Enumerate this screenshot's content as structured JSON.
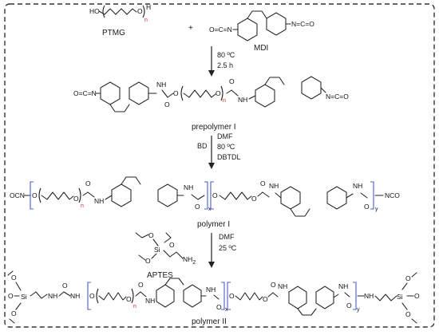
{
  "diagram": {
    "reactants": {
      "ptmg_label": "PTMG",
      "plus": "+",
      "mdi_label": "MDI"
    },
    "step1": {
      "temperature": "80 ºC",
      "time": "2.5 h"
    },
    "intermediate1_label": "prepolymer I",
    "step2": {
      "extender": "BD",
      "solvent": "DMF",
      "temperature": "80 ºC",
      "catalyst": "DBTDL"
    },
    "product1_label": "polymer I",
    "step3": {
      "reagent_label": "APTES",
      "solvent": "DMF",
      "temperature": "25 ºC"
    },
    "product2_label": "polymer II",
    "atoms": {
      "ho": "HO",
      "h": "H",
      "o": "O",
      "nh": "NH",
      "n": "N",
      "c": "C",
      "si": "Si",
      "ocn": "OCN",
      "nco": "NCO",
      "nh2": "NH",
      "two": "2"
    },
    "subscripts": {
      "n": "n",
      "x": "x",
      "y": "y"
    },
    "colors": {
      "subscript_n": "#cc2222",
      "bracket": "#4b5bd6",
      "frame": "#333333"
    }
  }
}
